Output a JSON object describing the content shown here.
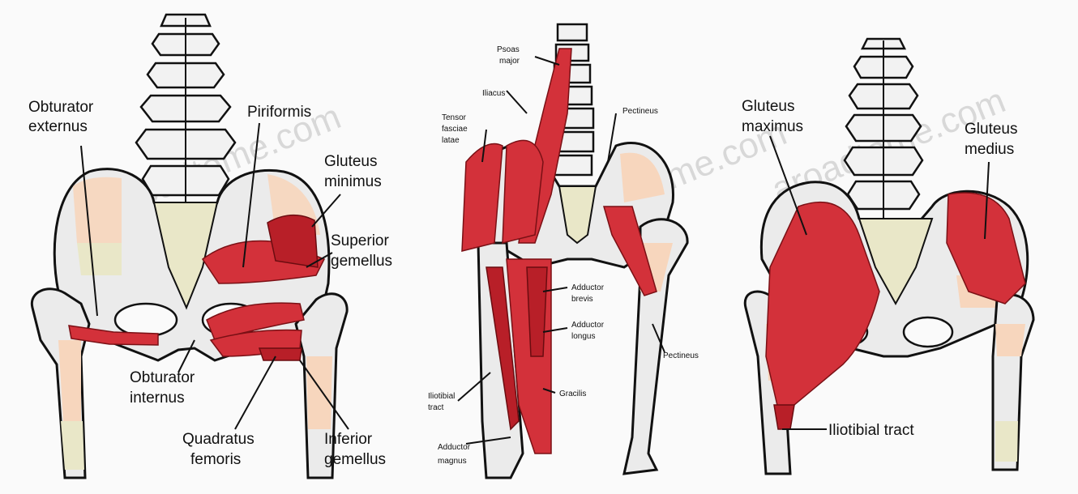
{
  "colors": {
    "muscle": "#d3313a",
    "bone": "#ebebeb",
    "cartilage_peach": "#f7d6bd",
    "cartilage_yellow": "#e9e7c8",
    "outline": "#111111"
  },
  "watermarks": [
    "aroadtome.com",
    "aroadtome.com",
    "aroadtome.com"
  ],
  "panels": {
    "left": {
      "labels": {
        "obturator_externus_1": "Obturator",
        "obturator_externus_2": "externus",
        "piriformis": "Piriformis",
        "gluteus_minimus_1": "Gluteus",
        "gluteus_minimus_2": "minimus",
        "superior_gemellus_1": "Superior",
        "superior_gemellus_2": "gemellus",
        "obturator_internus_1": "Obturator",
        "obturator_internus_2": "internus",
        "quadratus_femoris_1": "Quadratus",
        "quadratus_femoris_2": "femoris",
        "inferior_gemellus_1": "Inferior",
        "inferior_gemellus_2": "gemellus"
      }
    },
    "middle": {
      "labels": {
        "psoas_major_1": "Psoas",
        "psoas_major_2": "major",
        "iliacus": "Iliacus",
        "tensor_1": "Tensor",
        "tensor_2": "fasciae",
        "tensor_3": "latae",
        "pectineus_top": "Pectineus",
        "adductor_brevis_1": "Adductor",
        "adductor_brevis_2": "brevis",
        "adductor_longus_1": "Adductor",
        "adductor_longus_2": "longus",
        "pectineus_side": "Pectineus",
        "iliotibial_1": "Iliotibial",
        "iliotibial_2": "tract",
        "gracilis": "Gracilis",
        "adductor_magnus_1": "Adductor",
        "adductor_magnus_2": "magnus"
      }
    },
    "right": {
      "labels": {
        "gluteus_maximus_1": "Gluteus",
        "gluteus_maximus_2": "maximus",
        "gluteus_medius_1": "Gluteus",
        "gluteus_medius_2": "medius",
        "iliotibial_tract": "Iliotibial tract"
      }
    }
  }
}
